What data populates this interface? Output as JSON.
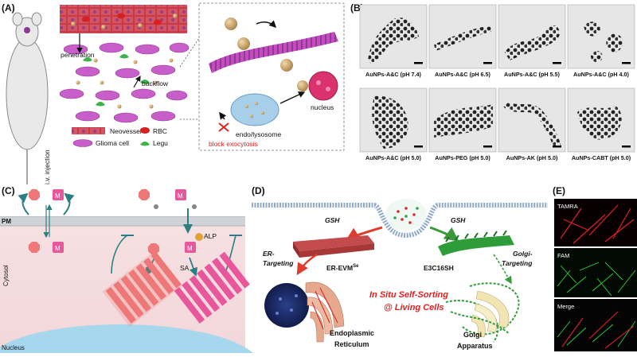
{
  "panels": {
    "A": {
      "label": "(A)",
      "injection": "i.v. injection",
      "penetration": "penetration",
      "backflow": "backflow",
      "block_exocytosis": "block exocytosis",
      "endo_lysosome": "endo/lysosome",
      "nucleus": "nucleus",
      "legend": {
        "neovessel": "Neovessel",
        "rbc": "RBC",
        "glioma_cell": "Glioma cell",
        "legu": "Legu"
      }
    },
    "B": {
      "label": "(B)",
      "tiles": [
        "AuNPs-A&C (pH 7.4)",
        "AuNPs-A&C (pH 6.5)",
        "AuNPs-A&C (pH 5.5)",
        "AuNPs-A&C (pH 4.0)",
        "AuNPs-A&C (pH 5.0)",
        "AuNPs-PEG (pH 5.0)",
        "AuNPs-AK (pH 5.0)",
        "AuNPs-CABT (pH 5.0)"
      ]
    },
    "C": {
      "label": "(C)",
      "pm": "PM",
      "cytosol": "Cytosol",
      "nucleus": "Nucleus",
      "alp": "ALP",
      "sa": "SA",
      "m": "M"
    },
    "D": {
      "label": "(D)",
      "gsh": "GSH",
      "er_targeting_1": "ER-",
      "er_targeting_2": "Targeting",
      "er_evm": "ER-EVM",
      "er_evm_sup": "Se",
      "e3c16sh": "E3C16SH",
      "golgi_targeting_1": "Golgi-",
      "golgi_targeting_2": "Targeting",
      "in_situ_1": "In Situ Self-Sorting",
      "in_situ_2": "@ Living Cells",
      "er_1": "Endoplasmic",
      "er_2": "Reticulum",
      "golgi_1": "Golgi",
      "golgi_2": "Apparatus"
    },
    "E": {
      "label": "(E)",
      "tamra": "TAMRA",
      "fam": "FAM",
      "merge": "Merge"
    }
  },
  "colors": {
    "vessel": "#c9394a",
    "cell": "#c85ec9",
    "legu": "#3bb34a",
    "np": "#d2a96b",
    "pink": "#e8579b",
    "salmon": "#ee7777",
    "teal": "#2b7f82",
    "red_text": "#e02020"
  }
}
